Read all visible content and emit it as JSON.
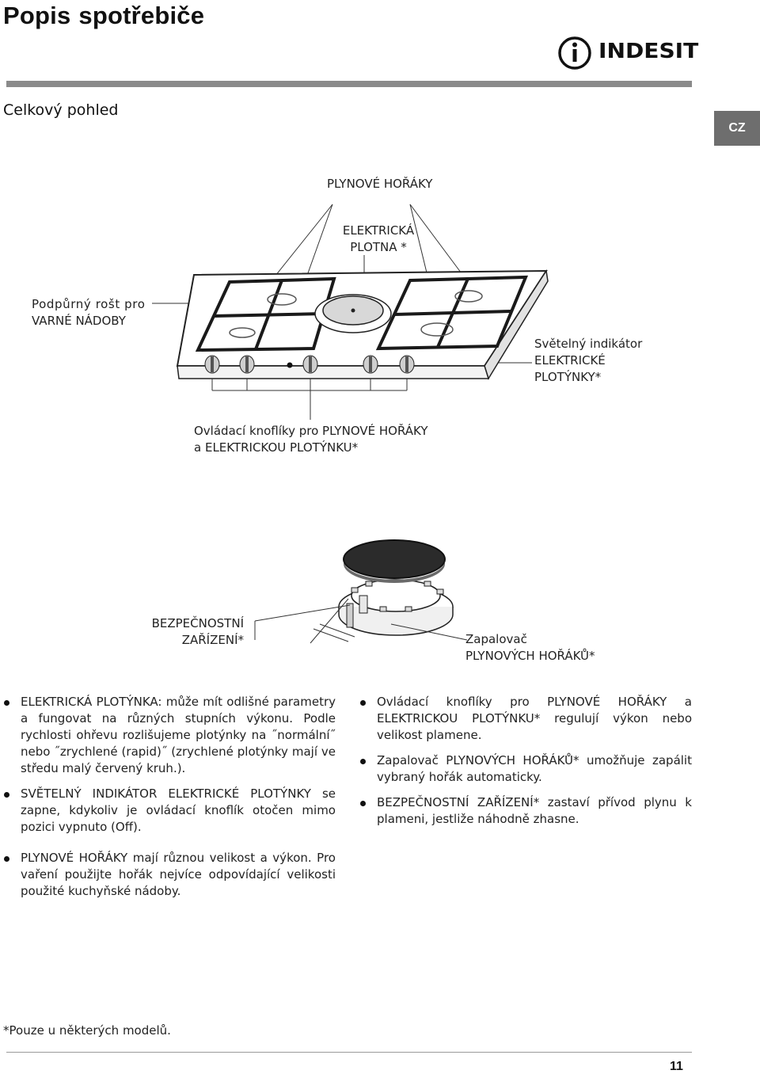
{
  "header": {
    "title_word1": "Popis",
    "title_word2": "spotřebiče",
    "brand": "INDESIT",
    "subtitle": "Celkový pohled",
    "lang_tab": "CZ"
  },
  "diagram": {
    "gas_burners": "PLYNOVÉ HOŘÁKY",
    "hotplate_line1": "ELEKTRICKÁ",
    "hotplate_line2": "PLOTNA *",
    "grid_line1": "Podpůrný rošt pro",
    "grid_line2": "VARNÉ NÁDOBY",
    "indicator_line1": "Světelný indikátor",
    "indicator_line2": "ELEKTRICKÉ",
    "indicator_line3": "PLOTÝNKY*",
    "knobs_line1": "Ovládací knoflíky pro PLYNOVÉ HOŘÁKY",
    "knobs_line2": "a ELEKTRICKOU PLOTÝNKU*",
    "safety_line1": "BEZPEČNOSTNÍ",
    "safety_line2": "ZAŘÍZENÍ*",
    "ignition_line1": "Zapalovač",
    "ignition_line2": "PLYNOVÝCH HOŘÁKŮ*"
  },
  "left_col": [
    {
      "term": "ELEKTRICKÁ PLOTÝNKA",
      "text": ": může mít odlišné parametry a fungovat na různých stupních výkonu. Podle rychlosti ohřevu rozlišujeme plotýnky na ˝normální˝ nebo ˝zrychlené (rapid)˝ (zrychlené plotýnky mají ve středu malý červený kruh.)."
    },
    {
      "term": "SVĚTELNÝ INDIKÁTOR ELEKTRICKÉ PLOTÝNKY",
      "text": " se zapne, kdykoliv je ovládací knoflík otočen mimo pozici vypnuto (Off)."
    },
    {
      "term": "PLYNOVÉ HOŘÁKY",
      "text": " mají různou velikost a výkon. Pro vaření použijte hořák nejvíce odpovídající velikosti použité kuchyňské nádoby."
    }
  ],
  "right_col": [
    {
      "term_pre": "Ovládací knoflíky pro ",
      "term": "PLYNOVÉ HOŘÁKY",
      "text_mid": " a ",
      "term2": "ELEKTRICKOU PLOTÝNKU*",
      "text": " regulují výkon nebo velikost plamene."
    },
    {
      "term_pre": "Zapalovač ",
      "term": "PLYNOVÝCH HOŘÁKŮ*",
      "text_mid": "",
      "term2": "",
      "text": " umožňuje zapálit vybraný hořák automaticky."
    },
    {
      "term_pre": "",
      "term": "BEZPEČNOSTNÍ ZAŘÍZENÍ*",
      "text_mid": "",
      "term2": "",
      "text": " zastaví přívod plynu k plameni, jestliže náhodně zhasne."
    }
  ],
  "footer": {
    "footnote": "*Pouze u některých modelů.",
    "page_number": "11"
  },
  "colors": {
    "rule": "#8a8a8a",
    "tab": "#6e6e6e",
    "hotplate": "#2b2b2b"
  }
}
